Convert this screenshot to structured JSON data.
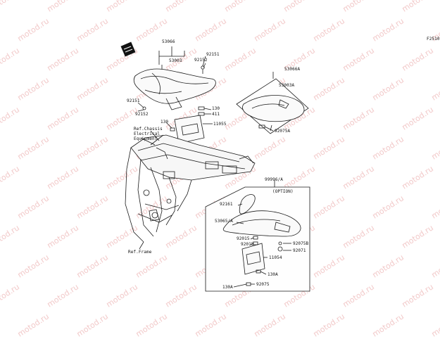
{
  "watermark": "motod.ru",
  "figure_code": "F2510",
  "callouts": {
    "seat_assy": "53066",
    "seat_cover": "53003",
    "bolt_top": "92151",
    "collar_top": "92152",
    "bolt_left": "92151",
    "collar_left": "92152",
    "item_130_bracket": "130",
    "item_130_right": "130",
    "item_411": "411",
    "lock_11055": "11055",
    "ref_chassis": "Ref.Chassis\nElectrical\nEquipment",
    "ref_frame": "Ref.Frame",
    "seat_assy_a": "53066A",
    "seat_cover_a": "53003A",
    "damper_a": "92075A",
    "option_set": "99996/A",
    "option_label": "(OPTION)",
    "opt_92161": "92161",
    "opt_53065": "53065/A",
    "opt_92015_a": "92015",
    "opt_92015_b": "92015",
    "opt_92075B": "92075B",
    "opt_92071": "92071",
    "opt_11054": "11054",
    "opt_130A_right": "130A",
    "opt_130A_left": "130A",
    "opt_92075": "92075"
  }
}
